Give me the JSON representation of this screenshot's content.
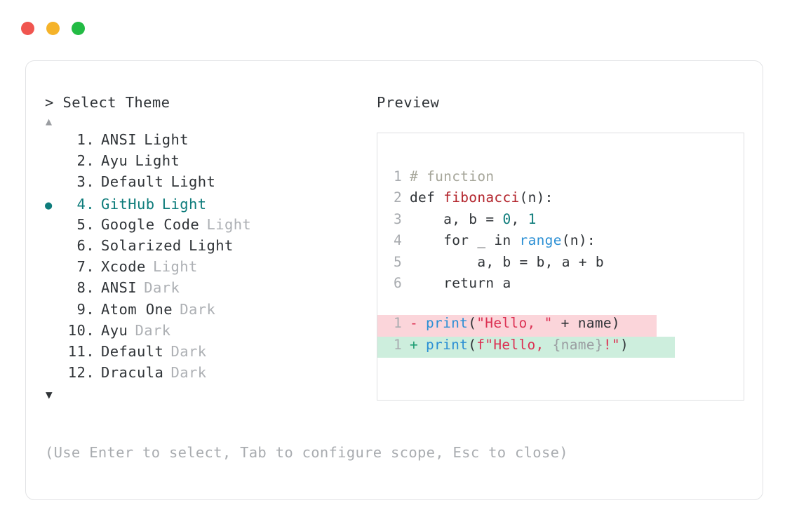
{
  "window": {
    "traffic_lights": [
      {
        "name": "close",
        "color": "#f0554f"
      },
      {
        "name": "minimize",
        "color": "#f5b32a"
      },
      {
        "name": "maximize",
        "color": "#22bb44"
      }
    ]
  },
  "picker": {
    "prompt_caret": ">",
    "prompt_label": "Select Theme",
    "scroll_up_icon": "▲",
    "scroll_down_icon": "▼",
    "selected_index": 4,
    "selection_bullet": "●",
    "items": [
      {
        "number": "1.",
        "name": "ANSI",
        "variant": "Light",
        "variant_dim": false,
        "selected": false
      },
      {
        "number": "2.",
        "name": "Ayu",
        "variant": "Light",
        "variant_dim": false,
        "selected": false
      },
      {
        "number": "3.",
        "name": "Default",
        "variant": "Light",
        "variant_dim": false,
        "selected": false
      },
      {
        "number": "4.",
        "name": "GitHub",
        "variant": "Light",
        "variant_dim": false,
        "selected": true
      },
      {
        "number": "5.",
        "name": "Google Code",
        "variant": "Light",
        "variant_dim": true,
        "selected": false
      },
      {
        "number": "6.",
        "name": "Solarized",
        "variant": "Light",
        "variant_dim": false,
        "selected": false
      },
      {
        "number": "7.",
        "name": "Xcode",
        "variant": "Light",
        "variant_dim": true,
        "selected": false
      },
      {
        "number": "8.",
        "name": "ANSI",
        "variant": "Dark",
        "variant_dim": true,
        "selected": false
      },
      {
        "number": "9.",
        "name": "Atom One",
        "variant": "Dark",
        "variant_dim": true,
        "selected": false
      },
      {
        "number": "10.",
        "name": "Ayu",
        "variant": "Dark",
        "variant_dim": true,
        "selected": false
      },
      {
        "number": "11.",
        "name": "Default",
        "variant": "Dark",
        "variant_dim": true,
        "selected": false
      },
      {
        "number": "12.",
        "name": "Dracula",
        "variant": "Dark",
        "variant_dim": true,
        "selected": false
      }
    ],
    "hint": "(Use Enter to select, Tab to configure scope, Esc to close)"
  },
  "preview": {
    "title": "Preview",
    "code_lines": [
      {
        "gutter": "1",
        "tokens": [
          {
            "t": "# function",
            "c": "tok-comment"
          }
        ]
      },
      {
        "gutter": "2",
        "tokens": [
          {
            "t": "def ",
            "c": "tok-plain"
          },
          {
            "t": "fibonacci",
            "c": "tok-func"
          },
          {
            "t": "(n):",
            "c": "tok-punct"
          }
        ]
      },
      {
        "gutter": "3",
        "tokens": [
          {
            "t": "    a, b = ",
            "c": "tok-plain"
          },
          {
            "t": "0",
            "c": "tok-num"
          },
          {
            "t": ", ",
            "c": "tok-plain"
          },
          {
            "t": "1",
            "c": "tok-num"
          }
        ]
      },
      {
        "gutter": "4",
        "tokens": [
          {
            "t": "    for _ in ",
            "c": "tok-plain"
          },
          {
            "t": "range",
            "c": "tok-builtin"
          },
          {
            "t": "(n):",
            "c": "tok-punct"
          }
        ]
      },
      {
        "gutter": "5",
        "tokens": [
          {
            "t": "        a, b = b, a + b",
            "c": "tok-plain"
          }
        ]
      },
      {
        "gutter": "6",
        "tokens": [
          {
            "t": "    return a",
            "c": "tok-plain"
          }
        ]
      }
    ],
    "diff_lines": [
      {
        "kind": "del",
        "gutter": "1",
        "sign": "-",
        "bg": "#fbd5da",
        "tokens": [
          {
            "t": "print",
            "c": "tok-builtin"
          },
          {
            "t": "(",
            "c": "tok-punct"
          },
          {
            "t": "\"Hello, \"",
            "c": "tok-string"
          },
          {
            "t": " + name)",
            "c": "tok-plain"
          }
        ]
      },
      {
        "kind": "add",
        "gutter": "1",
        "sign": "+",
        "bg": "#cdeedd",
        "tokens": [
          {
            "t": "print",
            "c": "tok-builtin"
          },
          {
            "t": "(",
            "c": "tok-punct"
          },
          {
            "t": "f\"Hello, ",
            "c": "tok-string"
          },
          {
            "t": "{name}",
            "c": "tok-brace"
          },
          {
            "t": "!\"",
            "c": "tok-string"
          },
          {
            "t": ")",
            "c": "tok-punct"
          }
        ]
      }
    ]
  }
}
